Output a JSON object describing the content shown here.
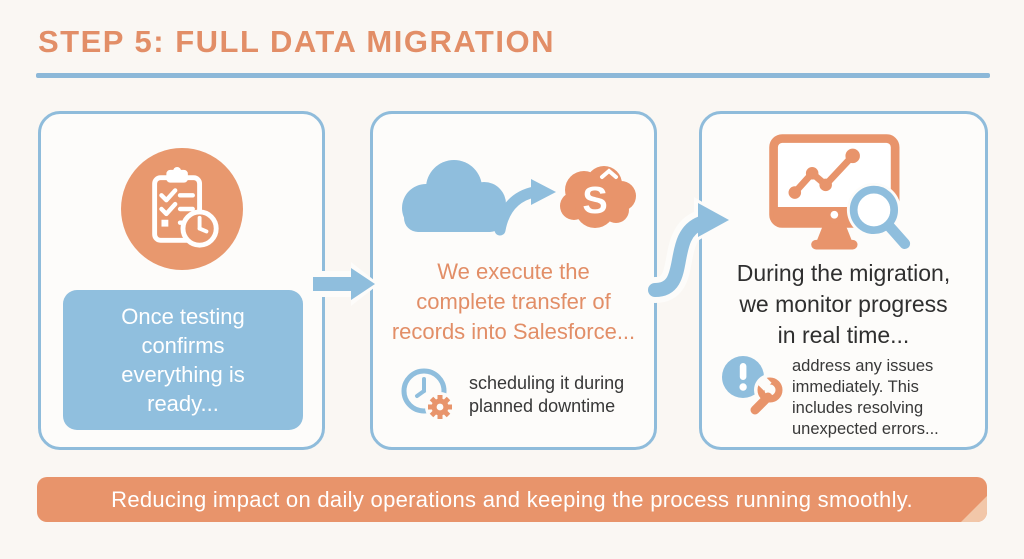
{
  "title": "STEP 5: FULL DATA MIGRATION",
  "colors": {
    "accent_orange": "#e8946b",
    "accent_blue": "#8fbedd",
    "panel_border_blue": "#8fbcdb",
    "title_orange": "#e28e67",
    "text_dark": "#2f2f2f",
    "background": "#faf7f3"
  },
  "panels": [
    {
      "id": "testing-ready",
      "icon": "clipboard-checklist-clock-icon",
      "callout_lines": [
        "Once testing",
        "confirms",
        "everything is",
        "ready..."
      ]
    },
    {
      "id": "execute-transfer",
      "icon": "cloud-transfer-icon",
      "icon_letter": "S",
      "heading_lines": [
        "We execute the",
        "complete transfer of",
        "records into Salesforce..."
      ],
      "note_icon": "clock-gear-icon",
      "note_lines": [
        "scheduling it during",
        "planned downtime"
      ]
    },
    {
      "id": "monitor-progress",
      "icon": "monitor-chart-magnifier-icon",
      "heading_lines": [
        "During the migration,",
        "we monitor progress",
        "in real time..."
      ],
      "note_icon": "alert-wrench-icon",
      "note_lines": [
        "address any issues",
        "immediately. This",
        "includes resolving",
        "unexpected errors..."
      ]
    }
  ],
  "footer": {
    "text": "Reducing impact on daily operations and keeping the process running smoothly."
  }
}
